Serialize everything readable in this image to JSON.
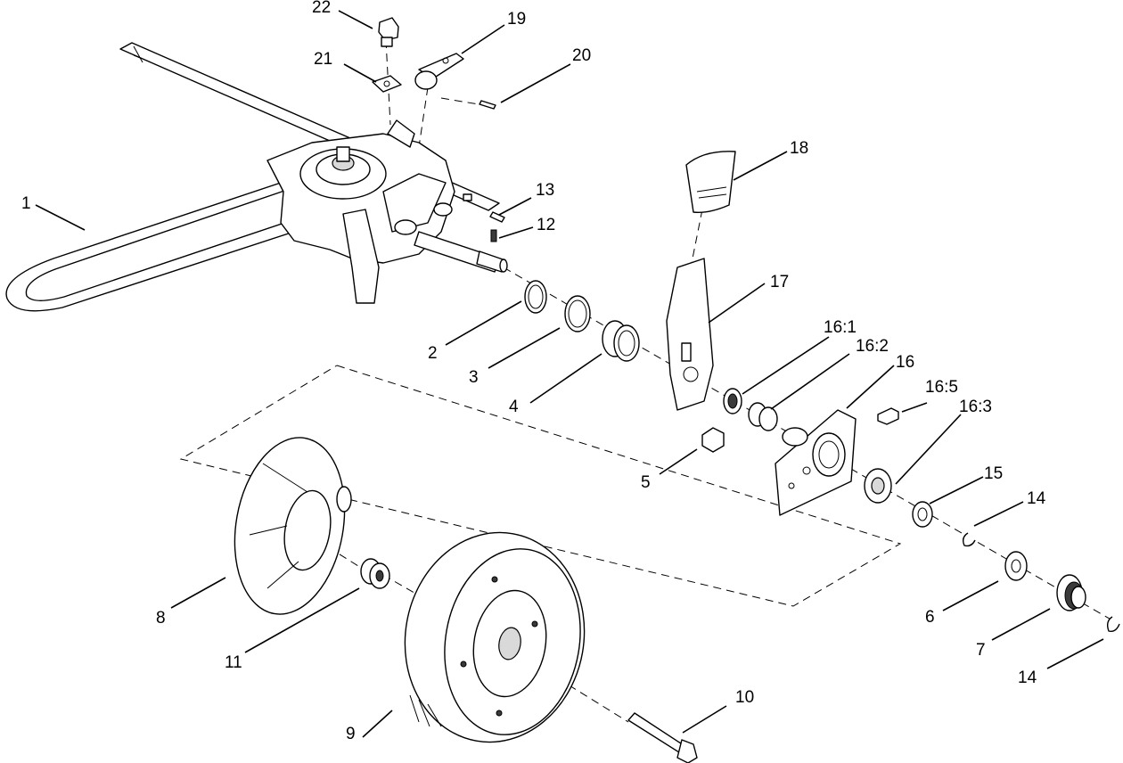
{
  "diagram": {
    "type": "exploded-parts-view",
    "colors": {
      "ink": "#000000",
      "background": "#ffffff",
      "shade": "#d9d9d9"
    },
    "callouts": [
      {
        "id": "c1",
        "label": "1"
      },
      {
        "id": "c2",
        "label": "2"
      },
      {
        "id": "c3",
        "label": "3"
      },
      {
        "id": "c4",
        "label": "4"
      },
      {
        "id": "c5",
        "label": "5"
      },
      {
        "id": "c6",
        "label": "6"
      },
      {
        "id": "c7",
        "label": "7"
      },
      {
        "id": "c8",
        "label": "8"
      },
      {
        "id": "c9",
        "label": "9"
      },
      {
        "id": "c10",
        "label": "10"
      },
      {
        "id": "c11",
        "label": "11"
      },
      {
        "id": "c12",
        "label": "12"
      },
      {
        "id": "c13",
        "label": "13"
      },
      {
        "id": "c14a",
        "label": "14"
      },
      {
        "id": "c14b",
        "label": "14"
      },
      {
        "id": "c15",
        "label": "15"
      },
      {
        "id": "c16",
        "label": "16"
      },
      {
        "id": "c161",
        "label": "16:1"
      },
      {
        "id": "c162",
        "label": "16:2"
      },
      {
        "id": "c163",
        "label": "16:3"
      },
      {
        "id": "c165",
        "label": "16:5"
      },
      {
        "id": "c17",
        "label": "17"
      },
      {
        "id": "c18",
        "label": "18"
      },
      {
        "id": "c19",
        "label": "19"
      },
      {
        "id": "c20",
        "label": "20"
      },
      {
        "id": "c21",
        "label": "21"
      },
      {
        "id": "c22",
        "label": "22"
      }
    ]
  }
}
